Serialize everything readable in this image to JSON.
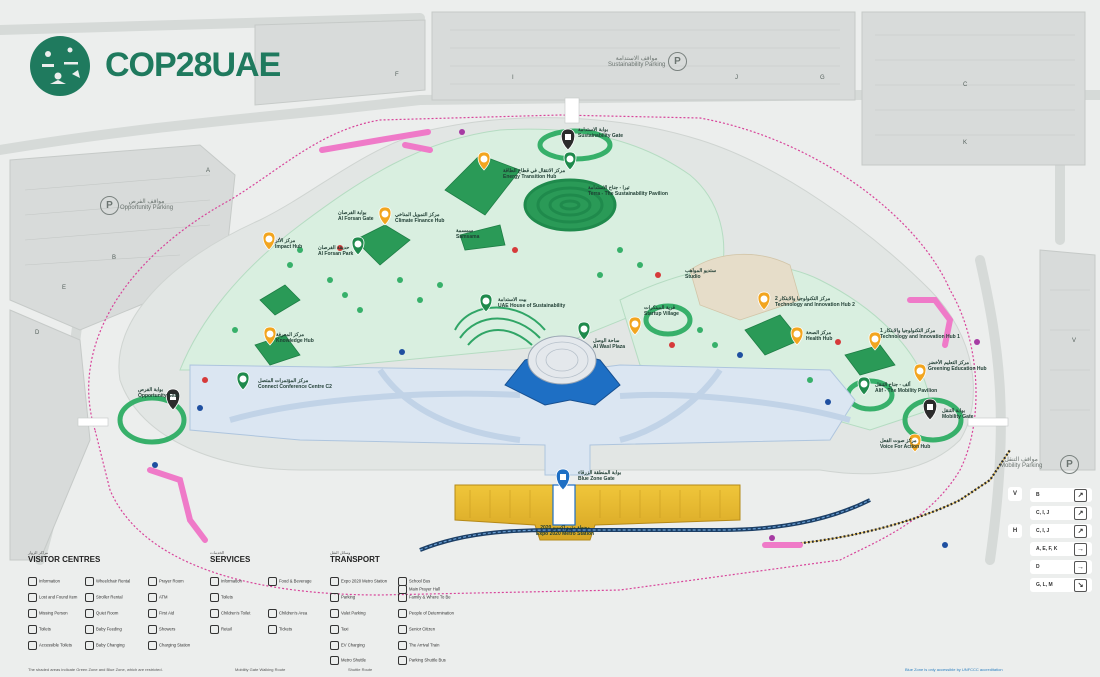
{
  "brand": {
    "logo_text": "COP28UAE"
  },
  "parking": {
    "sustainability": {
      "ar": "مواقف الاستدامة",
      "en": "Sustainability Parking"
    },
    "opportunity": {
      "ar": "مواقف الفرص",
      "en": "Opportunity Parking"
    },
    "mobility": {
      "ar": "مواقف التنقل",
      "en": "Mobility Parking"
    },
    "symbol": "P"
  },
  "lots": [
    "F",
    "I",
    "J",
    "G",
    "C",
    "E",
    "A",
    "B",
    "D",
    "V",
    "K"
  ],
  "venues": [
    {
      "ar": "بوابة الاستدامة",
      "en": "Sustainability Gate"
    },
    {
      "ar": "مركز الانتقال في قطاع الطاقة",
      "en": "Energy Transition Hub"
    },
    {
      "ar": "تيرا - جناح الاستدامة",
      "en": "Terra - The Sustainability Pavilion"
    },
    {
      "ar": "مركز التمويل المناخي",
      "en": "Climate Finance Hub"
    },
    {
      "ar": "حديقة الفرصان",
      "en": "Al Forsan Park"
    },
    {
      "ar": "بوابة الفرصان",
      "en": "Al Forsan Gate"
    },
    {
      "ar": "مركز الأثر",
      "en": "Impact Hub"
    },
    {
      "ar": "سمسمة",
      "en": "Samsama"
    },
    {
      "ar": "بيت الاستدامة",
      "en": "UAE House of Sustainability"
    },
    {
      "ar": "ساحة الوصل",
      "en": "Al Wasl Plaza"
    },
    {
      "ar": "ستديو المواهب",
      "en": "Studio"
    },
    {
      "ar": "قرية المبتكرات",
      "en": "Startup Village"
    },
    {
      "ar": "مركز التكنولوجيا والابتكار 2",
      "en": "Technology and Innovation Hub 2"
    },
    {
      "ar": "مركز الصحة",
      "en": "Health Hub"
    },
    {
      "ar": "مركز التكنولوجيا والابتكار 1",
      "en": "Technology and Innovation Hub 1"
    },
    {
      "ar": "مركز التعليم الأخضر",
      "en": "Greening Education Hub"
    },
    {
      "ar": "ألف - جناح التنقل",
      "en": "Alif - The Mobility Pavilion"
    },
    {
      "ar": "بوابة التنقل",
      "en": "Mobility Gate"
    },
    {
      "ar": "مركز صوت الفعل",
      "en": "Voice For Action Hub"
    },
    {
      "ar": "مركز المعرفة",
      "en": "Knowledge Hub"
    },
    {
      "ar": "مركز المؤتمرات المتصل",
      "en": "Connect Conference Centre C2"
    },
    {
      "ar": "بوابة الفرص",
      "en": "Opportunity Gate"
    },
    {
      "ar": "بوابة المنطقة الزرقاء",
      "en": "Blue Zone Gate"
    },
    {
      "ar": "محطة مترو إكسبو 2020",
      "en": "Expo 2020 Metro Station"
    }
  ],
  "legend": {
    "visitor": {
      "ar": "مراكز الزوار",
      "title": "VISITOR CENTRES",
      "items": [
        "Information",
        "Wheelchair Rental",
        "Prayer Room",
        "Lost and Found Item",
        "Stroller Rental",
        "ATM",
        "Missing Person",
        "Quiet Room",
        "First Aid",
        "Toilets",
        "Baby Feeding",
        "Showers",
        "Accessible Toilets",
        "Baby Changing",
        "Charging Station"
      ]
    },
    "services": {
      "ar": "الخدمات",
      "title": "SERVICES",
      "items": [
        "Information",
        "Food & Beverage",
        "Toilets",
        "Children's Toilet",
        "Children's Area",
        "Retail",
        "Tickets"
      ]
    },
    "transport": {
      "ar": "وسائل النقل",
      "title": "TRANSPORT",
      "items": [
        "Expo 2020 Metro Station",
        "School Bus",
        "Parking",
        "Family & Where To Be",
        "Main Prayer Hall",
        "Valet Parking",
        "People of Determination",
        "Taxi",
        "Senior Citizen",
        "EV Charging",
        "The Arrival Train",
        "Metro Shuttle",
        "Parking Shuttle Bus"
      ]
    }
  },
  "gates": [
    {
      "gate": "B",
      "arrow": "↗"
    },
    {
      "gate": "C, I, J",
      "arrow": "↗"
    },
    {
      "gate": "C, I, J",
      "arrow": "↗"
    },
    {
      "gate": "A, E, F, K",
      "arrow": "→"
    },
    {
      "gate": "D",
      "arrow": "→"
    },
    {
      "gate": "G, L, M",
      "arrow": "↘"
    }
  ],
  "gate_headers": [
    "V",
    "H"
  ],
  "footer": {
    "walk": "Mobility Gate Walking Route",
    "shuttle": "Shuttle Route",
    "note_left": "The shaded areas indicate Green Zone and Blue Zone, which are restricted.",
    "note_right": "Blue Zone is only accessible by UNFCCC accreditation"
  },
  "colors": {
    "accent": "#1f7a5e",
    "green": "#2fae5f",
    "pin": "#f2a51f",
    "blue": "#1e6fc4",
    "pink": "#e76fc0",
    "gold": "#e3b53c"
  }
}
